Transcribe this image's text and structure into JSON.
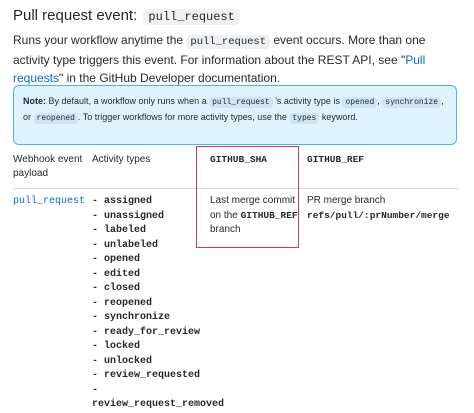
{
  "heading": {
    "prefix": "Pull request event:",
    "code": "pull_request"
  },
  "intro": {
    "part1": "Runs your workflow anytime the ",
    "code": "pull_request",
    "part2": " event occurs. More than one activity type triggers this event. For information about the REST API, see \"",
    "link": "Pull requests",
    "part3": "\" in the GitHub Developer documentation."
  },
  "note": {
    "label": "Note:",
    "part1": " By default, a workflow only runs when a ",
    "code1": "pull_request",
    "part2": " 's activity type is ",
    "code2": "opened",
    "sep1": ", ",
    "code3": "synchronize",
    "part3": ", or ",
    "code4": "reopened",
    "part4": ". To trigger workflows for more activity types, use the ",
    "code5": "types",
    "part5": " keyword."
  },
  "table": {
    "headers": {
      "webhook_line1": "Webhook event",
      "webhook_line2": "payload",
      "activity": "Activity types",
      "sha": "GITHUB_SHA",
      "ref": "GITHUB_REF"
    },
    "event": "pull_request",
    "activity_types": [
      "- assigned",
      "- unassigned",
      "- labeled",
      "- unlabeled",
      "- opened",
      "- edited",
      "- closed",
      "- reopened",
      "- synchronize",
      "- ready_for_review",
      "- locked",
      "- unlocked",
      "- review_requested",
      "-",
      "review_request_removed"
    ],
    "sha": {
      "part1": "Last merge commit on the ",
      "code": "GITHUB_REF",
      "part2": " branch"
    },
    "ref": {
      "text": "PR merge branch",
      "code": "refs/pull/:prNumber/merge"
    }
  },
  "colors": {
    "link": "#0969da",
    "note_border": "#54aeff",
    "note_bg": "#ddf4ff",
    "highlight": "#e03a3a"
  }
}
